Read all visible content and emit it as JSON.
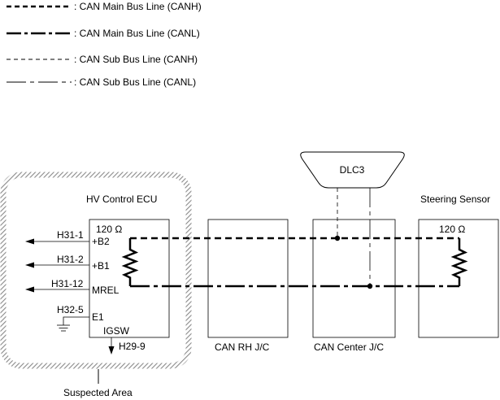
{
  "legend": [
    {
      "style": "main-canh",
      "label": ": CAN Main Bus Line (CANH)"
    },
    {
      "style": "main-canl",
      "label": ": CAN Main Bus Line (CANL)"
    },
    {
      "style": "sub-canh",
      "label": ": CAN Sub Bus Line (CANH)"
    },
    {
      "style": "sub-canl",
      "label": ": CAN Sub Bus Line (CANL)"
    }
  ],
  "dlc3": {
    "label": "DLC3"
  },
  "hv_ecu": {
    "title": "HV Control ECU",
    "resistor": "120 Ω",
    "pins": {
      "b2": "+B2",
      "b1": "+B1",
      "mrel": "MREL",
      "e1": "E1",
      "igsw": "IGSW"
    },
    "connectors": {
      "h31_1": "H31-1",
      "h31_2": "H31-2",
      "h31_12": "H31-12",
      "h32_5": "H32-5",
      "h29_9": "H29-9"
    }
  },
  "boxes": {
    "rh_jc": "CAN RH J/C",
    "center_jc": "CAN Center J/C"
  },
  "steering": {
    "title": "Steering Sensor",
    "resistor": "120 Ω"
  },
  "suspected_area": "Suspected Area",
  "colors": {
    "line": "#000000",
    "hatch": "#9a9a9a",
    "background": "#ffffff"
  }
}
